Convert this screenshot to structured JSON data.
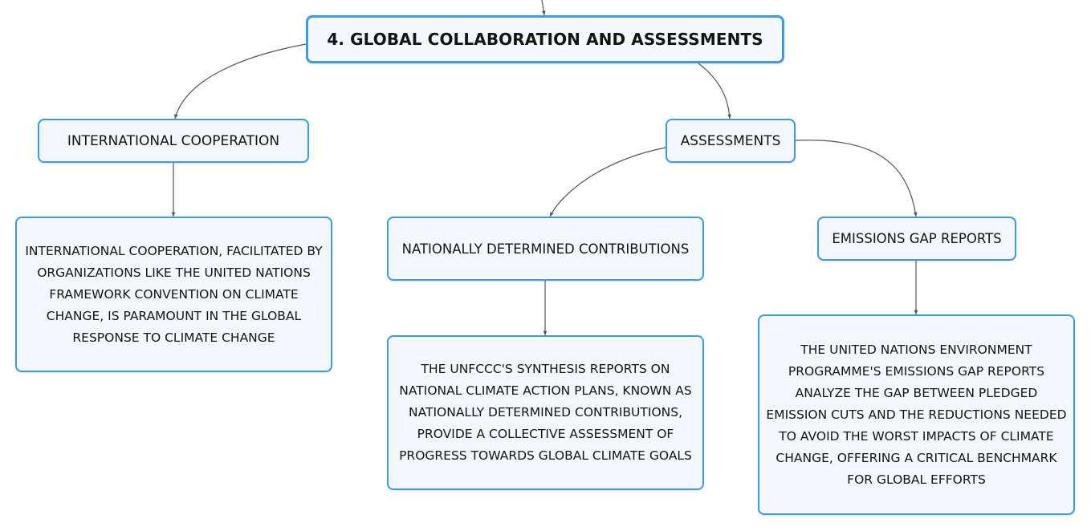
{
  "diagram": {
    "root": {
      "label": "4. GLOBAL COLLABORATION AND ASSESSMENTS"
    },
    "international_cooperation": {
      "label": "INTERNATIONAL COOPERATION",
      "description": "INTERNATIONAL COOPERATION, FACILITATED BY ORGANIZATIONS LIKE THE UNITED NATIONS FRAMEWORK CONVENTION ON CLIMATE CHANGE, IS PARAMOUNT IN THE GLOBAL RESPONSE TO CLIMATE CHANGE"
    },
    "assessments": {
      "label": "ASSESSMENTS",
      "nationally_determined_contributions": {
        "label": "NATIONALLY DETERMINED CONTRIBUTIONS",
        "description": "THE UNFCCC'S SYNTHESIS REPORTS ON NATIONAL CLIMATE ACTION PLANS, KNOWN AS NATIONALLY DETERMINED CONTRIBUTIONS, PROVIDE A COLLECTIVE ASSESSMENT OF PROGRESS TOWARDS GLOBAL CLIMATE GOALS"
      },
      "emissions_gap_reports": {
        "label": "EMISSIONS GAP REPORTS",
        "description": "THE UNITED NATIONS ENVIRONMENT PROGRAMME'S EMISSIONS GAP REPORTS ANALYZE THE GAP BETWEEN PLEDGED EMISSION CUTS AND THE REDUCTIONS NEEDED TO AVOID THE WORST IMPACTS OF CLIMATE CHANGE, OFFERING A CRITICAL BENCHMARK FOR GLOBAL EFFORTS"
      }
    },
    "colors": {
      "node_border": "#3d9be0",
      "node_fill": "#f2f8fd",
      "connector": "#555555"
    }
  }
}
